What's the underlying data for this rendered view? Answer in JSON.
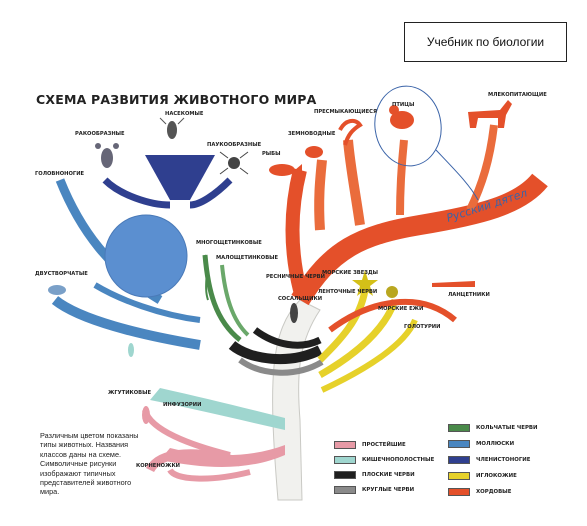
{
  "header": {
    "box_label": "Учебник по биологии"
  },
  "diagram": {
    "title": "СХЕМА РАЗВИТИЯ ЖИВОТНОГО МИРА",
    "labels": {
      "insects": "НАСЕКОМЫЕ",
      "crustaceans": "РАКООБРАЗНЫЕ",
      "arachnids": "ПАУКООБРАЗНЫЕ",
      "cephalopods": "ГОЛОВНОНОГИЕ",
      "bivalves": "ДВУСТВОРЧАТЫЕ",
      "polychaetes": "МНОГОЩЕТИНКОВЫЕ",
      "oligochaetes": "МАЛОЩЕТИНКОВЫЕ",
      "ciliated_worms": "РЕСНИЧНЫЕ ЧЕРВИ",
      "flukes": "СОСАЛЬЩИКИ",
      "tapeworms": "ЛЕНТОЧНЫЕ ЧЕРВИ",
      "starfish": "МОРСКИЕ ЗВЕЗДЫ",
      "sea_urchins": "МОРСКИЕ ЕЖИ",
      "holothurians": "ГОЛОТУРИИ",
      "lancelets": "ЛАНЦЕТНИКИ",
      "fish": "РЫБЫ",
      "amphibians": "ЗЕМНОВОДНЫЕ",
      "reptiles": "ПРЕСМЫКАЮЩИЕСЯ",
      "birds": "ПТИЦЫ",
      "mammals": "МЛЕКОПИТАЮЩИЕ",
      "flagellates": "ЖГУТИКОВЫЕ",
      "infusoria": "ИНФУЗОРИИ",
      "rhizopods": "КОРНЕНОЖКИ"
    },
    "note": "Различным цветом показаны типы животных. Названия классов даны на схеме. Символичные рисунки изображают типичных представителей животного мира.",
    "handwritten_annotation": "Русский дятел",
    "colors": {
      "protozoa": "#e79aa6",
      "coelenterates": "#9fd6cf",
      "flatworms": "#1f1f1f",
      "roundworms": "#8a8a8a",
      "annelids": "#4a8a4a",
      "mollusks": "#4a86c0",
      "arthropods": "#2f3f8f",
      "echinoderms": "#e6d12a",
      "chordates": "#e4502a",
      "overlay_circle": "#5b8fd0"
    }
  },
  "legend": {
    "left": [
      {
        "label": "ПРОСТЕЙШИЕ",
        "color": "#e79aa6"
      },
      {
        "label": "КИШЕЧНОПОЛОСТНЫЕ",
        "color": "#9fd6cf"
      },
      {
        "label": "ПЛОСКИЕ ЧЕРВИ",
        "color": "#1f1f1f"
      },
      {
        "label": "КРУГЛЫЕ ЧЕРВИ",
        "color": "#8a8a8a"
      }
    ],
    "right": [
      {
        "label": "КОЛЬЧАТЫЕ ЧЕРВИ",
        "color": "#4a8a4a"
      },
      {
        "label": "МОЛЛЮСКИ",
        "color": "#4a86c0"
      },
      {
        "label": "ЧЛЕНИСТОНОГИЕ",
        "color": "#2f3f8f"
      },
      {
        "label": "ИГЛОКОЖИЕ",
        "color": "#e6d12a"
      },
      {
        "label": "ХОРДОВЫЕ",
        "color": "#e4502a"
      }
    ]
  }
}
